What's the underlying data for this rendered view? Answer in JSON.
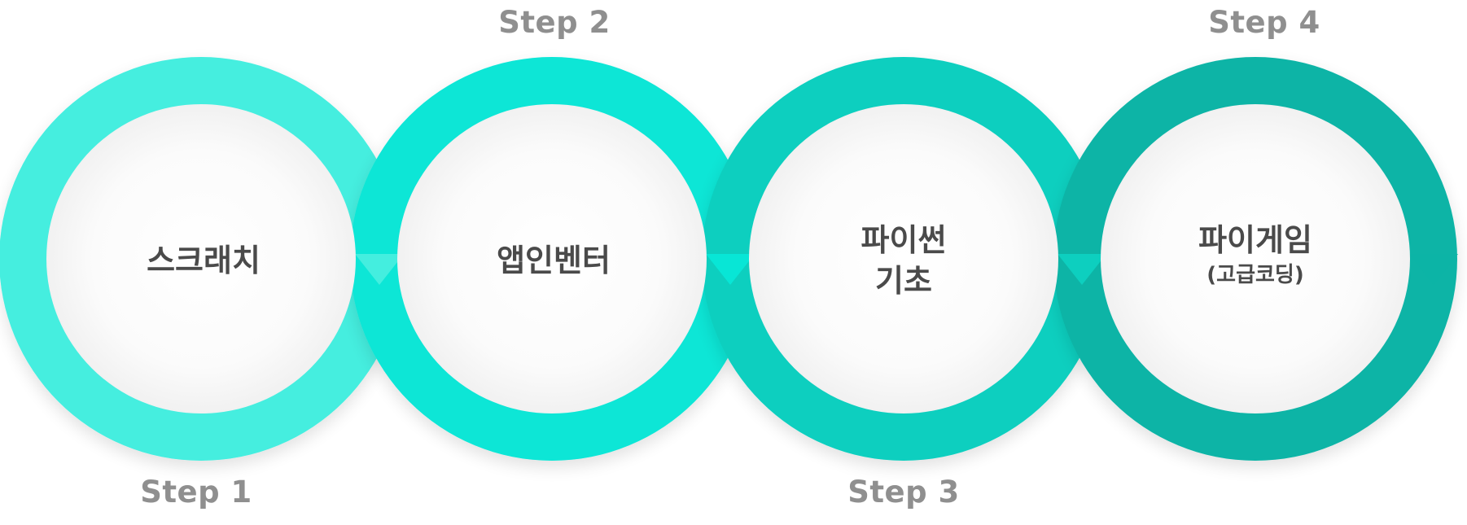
{
  "steps": [
    {
      "step_label": "Step 1",
      "lines": [
        "스크래치"
      ],
      "sub": "",
      "color": "#44eedf",
      "label_position": "bottom"
    },
    {
      "step_label": "Step 2",
      "lines": [
        "앱인벤터"
      ],
      "sub": "",
      "color": "#08e6d6",
      "label_position": "top"
    },
    {
      "step_label": "Step 3",
      "lines": [
        "파이썬",
        "기초"
      ],
      "sub": "",
      "color": "#0dcfbf",
      "label_position": "bottom"
    },
    {
      "step_label": "Step 4",
      "lines": [
        "파이게임"
      ],
      "sub": "(고급코딩)",
      "color": "#0cb4a6",
      "label_position": "top"
    }
  ],
  "colors": {
    "step_label": "#8f8f8f",
    "ring_text": "#4a4a4a",
    "inner_fill": "#ffffff"
  }
}
